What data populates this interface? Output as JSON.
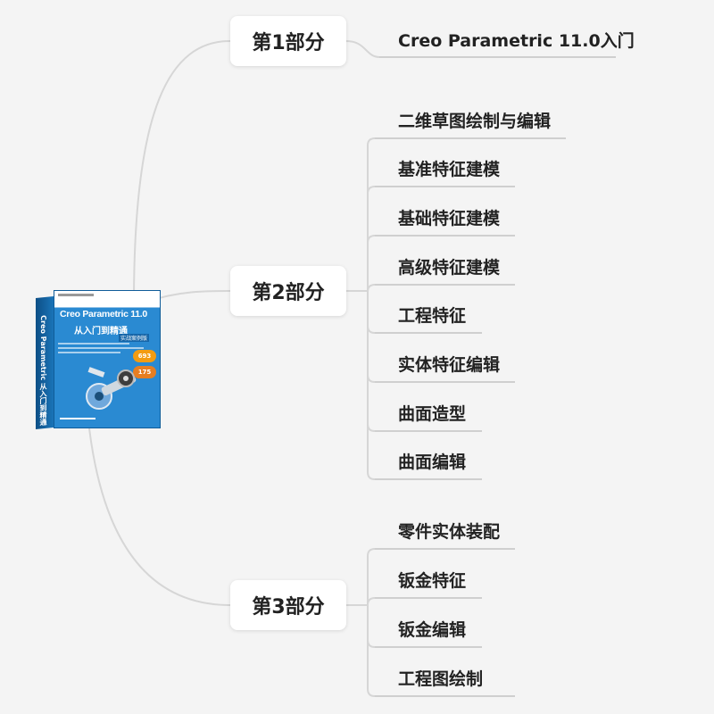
{
  "book": {
    "title": "Creo Parametric 11.0",
    "subtitle": "从入门到精通",
    "edition": "实战案例版",
    "badge1": "693",
    "badge2": "175",
    "spine_title": "Creo Parametric 从入门到精通"
  },
  "parts": [
    {
      "label": "第1部分",
      "items": [
        "Creo Parametric 11.0入门"
      ]
    },
    {
      "label": "第2部分",
      "items": [
        "二维草图绘制与编辑",
        "基准特征建模",
        "基础特征建模",
        "高级特征建模",
        "工程特征",
        "实体特征编辑",
        "曲面造型",
        "曲面编辑"
      ]
    },
    {
      "label": "第3部分",
      "items": [
        "零件实体装配",
        "钣金特征",
        "钣金编辑",
        "工程图绘制"
      ]
    }
  ],
  "colors": {
    "background": "#f4f4f4",
    "connector": "#cfcfcf",
    "book_blue": "#2a8ad2"
  }
}
